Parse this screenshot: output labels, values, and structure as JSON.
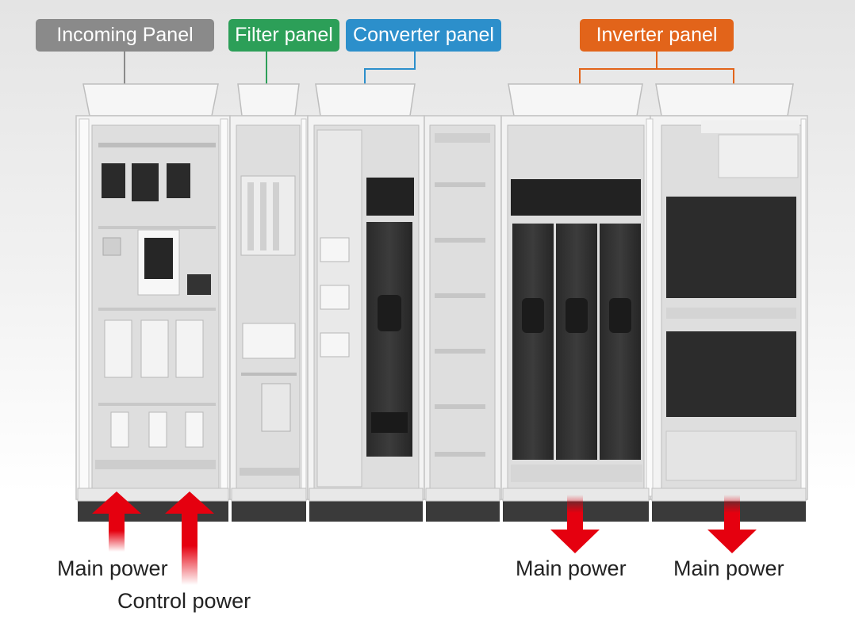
{
  "labels": {
    "incoming_panel": "Incoming Panel",
    "filter_panel": "Filter panel",
    "converter_panel": "Converter panel",
    "inverter_panel": "Inverter panel"
  },
  "flows": {
    "main_power_in": "Main power",
    "control_power_in": "Control power",
    "main_power_out_1": "Main power",
    "main_power_out_2": "Main power"
  },
  "colors": {
    "incoming": "#8a8a8a",
    "filter": "#2c9f58",
    "converter": "#2c8fcb",
    "inverter": "#e2641a",
    "power_arrow": "#e5000f"
  }
}
